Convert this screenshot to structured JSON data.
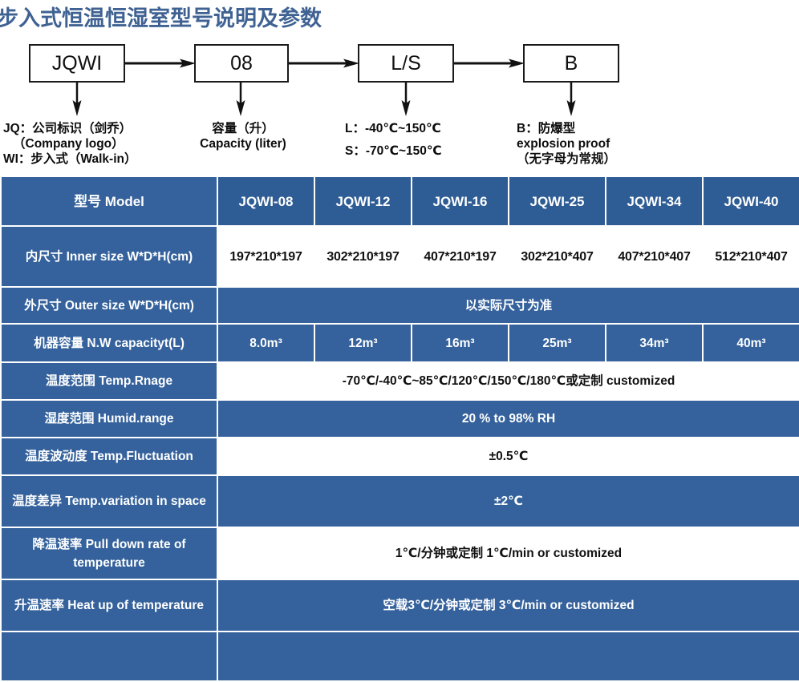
{
  "title": "步入式恒温恒湿室型号说明及参数",
  "title_color": "#3f6293",
  "diagram": {
    "boxes": [
      {
        "label": "JQWI"
      },
      {
        "label": "08"
      },
      {
        "label": "L/S"
      },
      {
        "label": "B"
      }
    ],
    "legends": [
      {
        "lines": [
          "JQ：公司标识（剑乔）",
          "（Company logo）",
          "WI：步入式（Walk-in）"
        ]
      },
      {
        "lines": [
          "容量（升）",
          "Capacity (liter)"
        ]
      },
      {
        "lines": [
          "L：-40℃~150℃",
          "",
          "S：-70℃~150℃"
        ]
      },
      {
        "lines": [
          "B：防爆型",
          "explosion proof",
          "（无字母为常规）"
        ]
      }
    ]
  },
  "table": {
    "header_blue": "#2e5c94",
    "body_blue": "#35629c",
    "columns": [
      "型号 Model",
      "JQWI-08",
      "JQWI-12",
      "JQWI-16",
      "JQWI-25",
      "JQWI-34",
      "JQWI-40"
    ],
    "rows": [
      {
        "label": "内尺寸 Inner size W*D*H(cm)",
        "style": "white",
        "cells": [
          "197*210*197",
          "302*210*197",
          "407*210*197",
          "302*210*407",
          "407*210*407",
          "512*210*407"
        ]
      },
      {
        "label": "外尺寸 Outer size W*D*H(cm)",
        "style": "blue",
        "merged": "以实际尺寸为准"
      },
      {
        "label": "机器容量 N.W capacityt(L)",
        "style": "blue",
        "cells": [
          "8.0m³",
          "12m³",
          "16m³",
          "25m³",
          "34m³",
          "40m³"
        ]
      },
      {
        "label": "温度范围 Temp.Rnage",
        "style": "white",
        "merged": "-70℃/-40℃~85℃/120℃/150℃/180℃或定制 customized"
      },
      {
        "label": "湿度范围 Humid.range",
        "style": "blue",
        "merged": "20 % to 98% RH"
      },
      {
        "label": "温度波动度 Temp.Fluctuation",
        "style": "white",
        "merged": "±0.5℃"
      },
      {
        "label": "温度差异 Temp.variation in space",
        "style": "blue",
        "merged": "±2℃"
      },
      {
        "label": "降温速率 Pull down rate of temperature",
        "style": "white",
        "merged": "1℃/分钟或定制   1℃/min or customized"
      },
      {
        "label": "升温速率 Heat up of temperature",
        "style": "blue",
        "merged": "空载3℃/分钟或定制 3℃/min or customized"
      },
      {
        "label": "",
        "style": "blue",
        "merged": ""
      }
    ]
  }
}
